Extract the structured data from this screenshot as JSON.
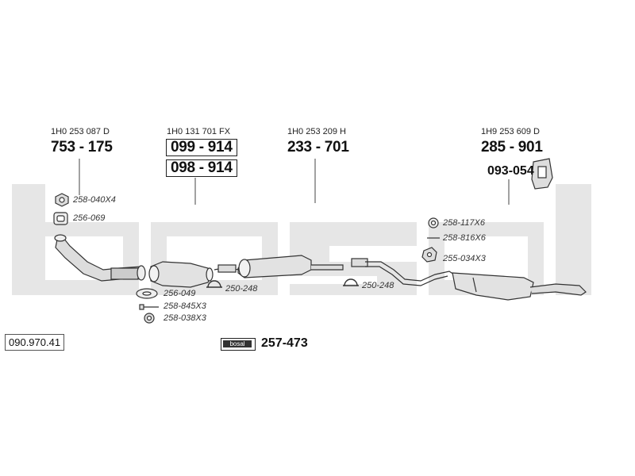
{
  "brand": "bosal",
  "reference_number": "090.970.41",
  "groups": [
    {
      "oe": "1H0 253 087 D",
      "part": "753 - 175"
    },
    {
      "oe": "1H0 131 701 FX",
      "part_a": "099 - 914",
      "part_b": "098 - 914"
    },
    {
      "oe": "1H0 253 209 H",
      "part": "233 - 701"
    },
    {
      "oe": "1H9 253 609 D",
      "part": "285 - 901",
      "extra_part": "093-054"
    }
  ],
  "accessories": {
    "nut_a": "258-040X4",
    "gasket_a": "256-069",
    "gasket_b": "256-049",
    "bolt_a": "258-845X3",
    "nut_b": "258-038X3",
    "clamp_a": "250-248",
    "clamp_b": "250-248",
    "ring_a": "258-117X6",
    "bolt_b": "258-816X6",
    "hanger": "255-034X3"
  },
  "kit": {
    "part": "257-473"
  }
}
